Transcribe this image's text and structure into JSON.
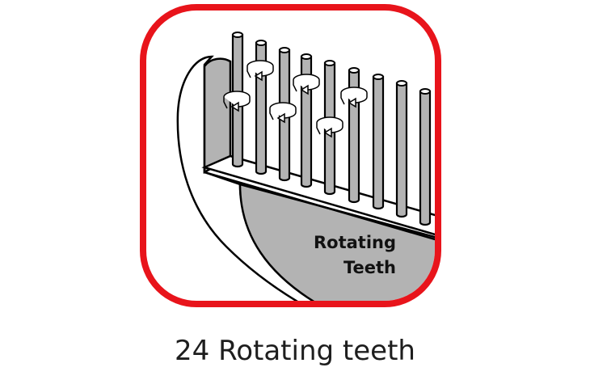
{
  "icon": {
    "label_line1": "Rotating",
    "label_line2": "Teeth",
    "frame_color": "#e8141b",
    "tooth_color": "#b3b3b3",
    "tooth_count_drawn": 9
  },
  "caption": "24 Rotating teeth"
}
